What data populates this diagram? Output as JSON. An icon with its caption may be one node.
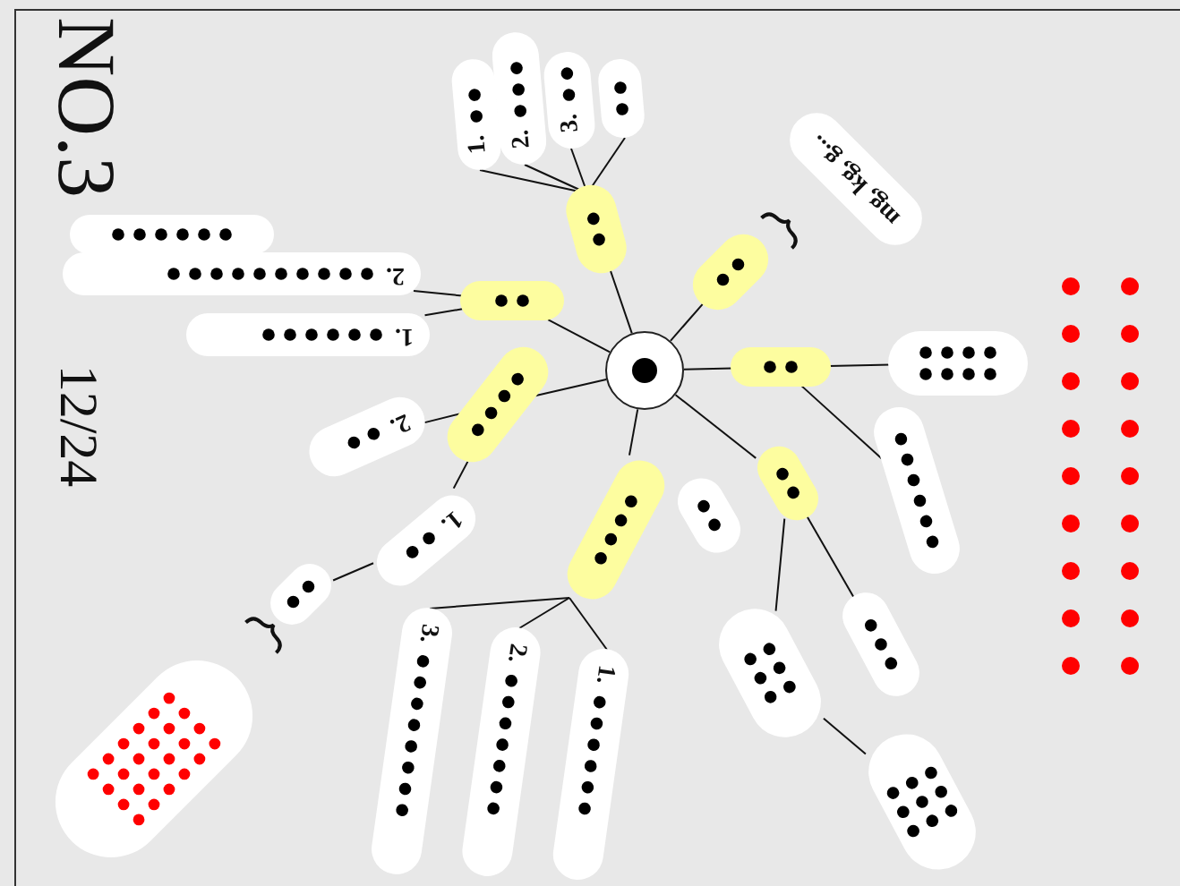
{
  "diagram": {
    "nodes": [
      {
        "text": [],
        "shape": "circle"
      },
      {
        "text": [],
        "shape": "box"
      },
      {
        "text": [],
        "shape": "box"
      },
      {
        "text": [],
        "shape": "box"
      },
      {
        "text": [],
        "shape": "box"
      },
      {
        "text": [],
        "shape": "box"
      },
      {
        "text": [],
        "shape": "box"
      },
      {
        "text": [],
        "shape": "box"
      },
      {
        "text": [
          "1."
        ]
      },
      {
        "text": [
          "2."
        ]
      },
      {
        "text": [
          "3."
        ]
      },
      {
        "text": [],
        "shape": "box"
      },
      {
        "text": [
          "mg, kg, g..."
        ]
      },
      {
        "text": [],
        "shape": "box"
      },
      {
        "text": [],
        "shape": "box"
      },
      {
        "text": [],
        "shape": "box"
      },
      {
        "text": [],
        "shape": "box"
      },
      {
        "text": [],
        "shape": "box"
      },
      {
        "text": [],
        "shape": "box"
      },
      {
        "text": [
          "3."
        ]
      },
      {
        "text": [
          "2."
        ]
      },
      {
        "text": [
          "1."
        ]
      },
      {
        "text": [
          "2."
        ]
      },
      {
        "text": [
          "1."
        ]
      },
      {
        "text": [],
        "shape": "box"
      },
      {
        "text": [],
        "shape": "box"
      },
      {
        "text": [
          "2."
        ]
      },
      {
        "text": [
          "1."
        ]
      },
      {
        "text": [],
        "shape": "box"
      }
    ],
    "edges": [
      {
        "from": 0,
        "to": 1,
        "arrow": "none"
      },
      {
        "from": 0,
        "to": 2,
        "arrow": "none"
      },
      {
        "from": 0,
        "to": 3,
        "arrow": "none"
      },
      {
        "from": 0,
        "to": 4,
        "arrow": "none"
      },
      {
        "from": 0,
        "to": 5,
        "arrow": "none"
      },
      {
        "from": 0,
        "to": 6,
        "arrow": "none"
      },
      {
        "from": 0,
        "to": 7,
        "arrow": "none"
      },
      {
        "from": 1,
        "to": 8,
        "arrow": "none"
      },
      {
        "from": 1,
        "to": 9,
        "arrow": "none"
      },
      {
        "from": 1,
        "to": 10,
        "arrow": "none"
      },
      {
        "from": 1,
        "to": 11,
        "arrow": "none"
      },
      {
        "from": 3,
        "to": 13,
        "arrow": "none"
      },
      {
        "from": 3,
        "to": 14,
        "arrow": "none"
      },
      {
        "from": 4,
        "to": 16,
        "arrow": "none"
      },
      {
        "from": 4,
        "to": 17,
        "arrow": "none"
      },
      {
        "from": 16,
        "to": 18,
        "arrow": "none"
      },
      {
        "from": 5,
        "to": 19,
        "arrow": "none"
      },
      {
        "from": 5,
        "to": 20,
        "arrow": "none"
      },
      {
        "from": 5,
        "to": 21,
        "arrow": "none"
      },
      {
        "from": 6,
        "to": 22,
        "arrow": "none"
      },
      {
        "from": 6,
        "to": 23,
        "arrow": "none"
      },
      {
        "from": 23,
        "to": 24,
        "arrow": "none"
      },
      {
        "from": 7,
        "to": 26,
        "arrow": "none"
      },
      {
        "from": 7,
        "to": 27,
        "arrow": "none"
      }
    ],
    "labels": [
      "NO.3",
      "12/24"
    ]
  }
}
